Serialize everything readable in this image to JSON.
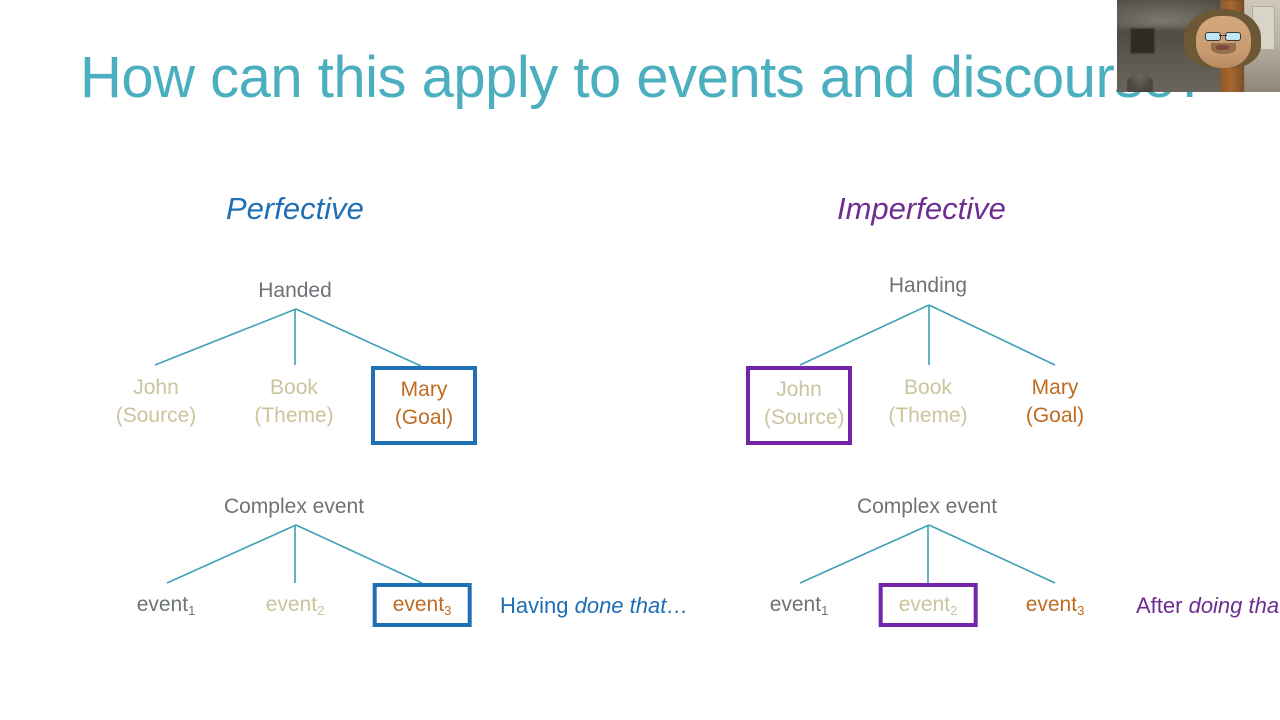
{
  "slide": {
    "title": "How can this apply to events and discourse?",
    "title_color": "#4BAFC0",
    "background_color": "#ffffff"
  },
  "colors": {
    "perfective_accent": "#1F6FB5",
    "imperfective_accent": "#6E2D91",
    "imperfective_box": "#7424A8",
    "highlight_orange": "#BF6B22",
    "faded_khaki": "#CBC49C",
    "neutral_gray": "#6E7377",
    "tree_line": "#3FA0B5"
  },
  "columns": [
    {
      "id": "perfective",
      "heading": "Perfective",
      "accent": "#1F6FB5",
      "event_tree": {
        "root": "Handed",
        "nodes": [
          {
            "line1": "John",
            "line2": "(Source)",
            "style": "faded",
            "boxed": false
          },
          {
            "line1": "Book",
            "line2": "(Theme)",
            "style": "faded",
            "boxed": false
          },
          {
            "line1": "Mary",
            "line2": "(Goal)",
            "style": "orange",
            "boxed": true,
            "box_color": "#1F6FB5"
          }
        ]
      },
      "discourse_tree": {
        "root": "Complex event",
        "nodes": [
          {
            "label": "event",
            "sub": "1",
            "style": "gray",
            "boxed": false
          },
          {
            "label": "event",
            "sub": "2",
            "style": "faded",
            "boxed": false
          },
          {
            "label": "event",
            "sub": "3",
            "style": "orange",
            "boxed": true,
            "box_color": "#1F6FB5"
          }
        ]
      },
      "caption": {
        "plain": "Having ",
        "emphasis": "done that…"
      }
    },
    {
      "id": "imperfective",
      "heading": "Imperfective",
      "accent": "#6E2D91",
      "event_tree": {
        "root": "Handing",
        "nodes": [
          {
            "line1": "John",
            "line2": "(Source)",
            "style": "faded",
            "boxed": true,
            "box_color": "#7424A8"
          },
          {
            "line1": "Book",
            "line2": "(Theme)",
            "style": "faded",
            "boxed": false
          },
          {
            "line1": "Mary",
            "line2": "(Goal)",
            "style": "orange",
            "boxed": false
          }
        ]
      },
      "discourse_tree": {
        "root": "Complex event",
        "nodes": [
          {
            "label": "event",
            "sub": "1",
            "style": "gray",
            "boxed": false
          },
          {
            "label": "event",
            "sub": "2",
            "style": "faded",
            "boxed": true,
            "box_color": "#7424A8"
          },
          {
            "label": "event",
            "sub": "3",
            "style": "orange",
            "boxed": false
          }
        ]
      },
      "caption": {
        "plain": "After ",
        "emphasis": "doing that…"
      }
    }
  ],
  "webcam": {
    "present": true,
    "description": "presenter-video-thumbnail"
  }
}
